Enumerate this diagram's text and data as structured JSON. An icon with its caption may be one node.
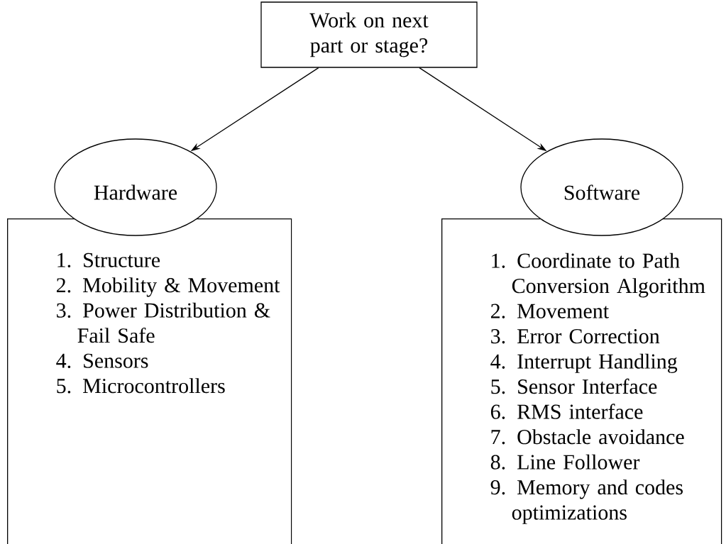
{
  "diagram": {
    "nodes": [
      {
        "text": [
          "Work on next part or stage?"
        ]
      },
      {
        "text": [
          "Hardware"
        ]
      },
      {
        "text": [
          "1. Structure",
          "2. Mobility & Movement",
          "3. Power Distribution & Fail Safe",
          "4. Sensors",
          "5. Microcontrollers"
        ]
      },
      {
        "text": [
          "Software"
        ]
      },
      {
        "text": [
          "1. Coordinate to Path Conversion Algorithm",
          "2. Movement",
          "3. Error Correction",
          "4. Interrupt Handling",
          "5. Sensor Interface",
          "6. RMS interface",
          "7. Obstacle avoidance",
          "8. Line Follower",
          "9. Memory and codes optimizations"
        ]
      }
    ],
    "edges": [
      {
        "from": 0,
        "to": 1,
        "arrow": "to"
      },
      {
        "from": 0,
        "to": 3,
        "arrow": "to"
      }
    ]
  }
}
